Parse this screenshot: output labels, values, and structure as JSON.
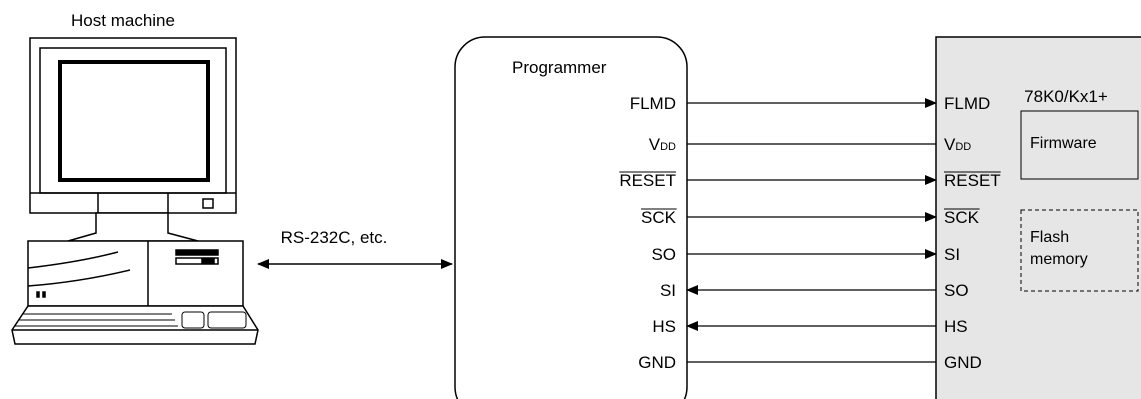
{
  "host": {
    "title": "Host machine"
  },
  "link": {
    "label": "RS-232C, etc."
  },
  "programmer": {
    "title": "Programmer",
    "pins": [
      {
        "main": "FLMD",
        "sub": "",
        "overline": false
      },
      {
        "main": "V",
        "sub": "DD",
        "overline": false
      },
      {
        "main": "RESET",
        "sub": "",
        "overline": true
      },
      {
        "main": "SCK",
        "sub": "",
        "overline": true
      },
      {
        "main": "SO",
        "sub": "",
        "overline": false
      },
      {
        "main": "SI",
        "sub": "",
        "overline": false
      },
      {
        "main": "HS",
        "sub": "",
        "overline": false
      },
      {
        "main": "GND",
        "sub": "",
        "overline": false
      }
    ]
  },
  "device": {
    "title": "78K0/Kx1+",
    "pins": [
      {
        "main": "FLMD",
        "sub": "",
        "overline": false
      },
      {
        "main": "V",
        "sub": "DD",
        "overline": false
      },
      {
        "main": "RESET",
        "sub": "",
        "overline": true
      },
      {
        "main": "SCK",
        "sub": "",
        "overline": true
      },
      {
        "main": "SI",
        "sub": "",
        "overline": false
      },
      {
        "main": "SO",
        "sub": "",
        "overline": false
      },
      {
        "main": "HS",
        "sub": "",
        "overline": false
      },
      {
        "main": "GND",
        "sub": "",
        "overline": false
      }
    ],
    "firmware": "Firmware",
    "flash": [
      "Flash",
      "memory"
    ]
  },
  "signals": [
    {
      "direction": "to-device"
    },
    {
      "direction": "none"
    },
    {
      "direction": "to-device"
    },
    {
      "direction": "to-device"
    },
    {
      "direction": "to-device"
    },
    {
      "direction": "to-programmer"
    },
    {
      "direction": "to-programmer"
    },
    {
      "direction": "none"
    }
  ],
  "colors": {
    "line": "#000000",
    "device_fill": "#e6e6e6",
    "screen_fill": "#ffffff"
  }
}
